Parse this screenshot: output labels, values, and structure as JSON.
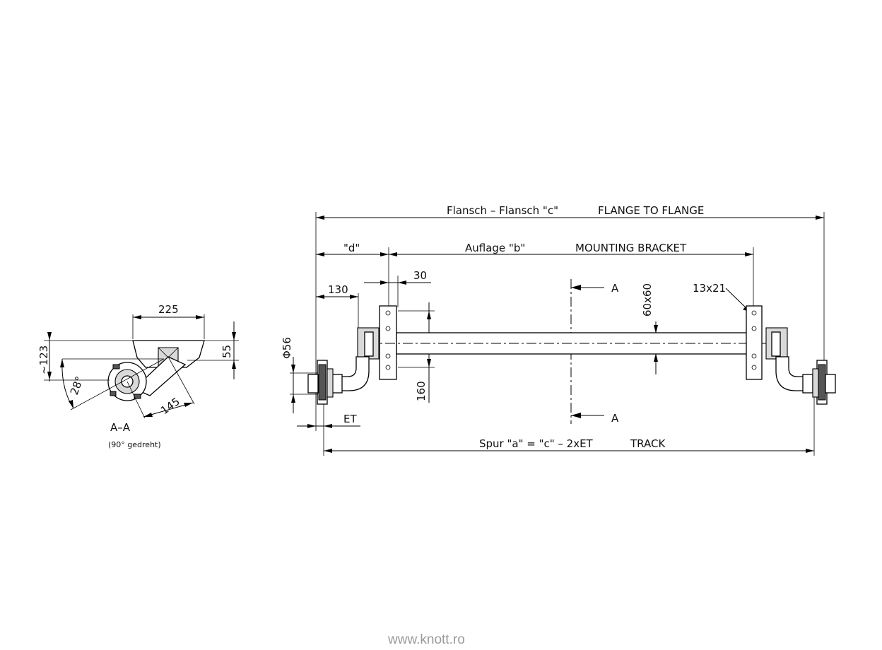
{
  "labels": {
    "flange_de": "Flansch – Flansch \"c\"",
    "flange_en": "FLANGE TO FLANGE",
    "d": "\"d\"",
    "bracket_de": "Auflage \"b\"",
    "bracket_en": "MOUNTING BRACKET",
    "dim_130": "130",
    "dim_30": "30",
    "section_a": "A",
    "dim_60x60": "60x60",
    "dim_13x21": "13x21",
    "dim_56": "Φ56",
    "dim_160": "160",
    "et": "ET",
    "track_de": "Spur \"a\" = \"c\" – 2xET",
    "track_en": "TRACK",
    "dim_225": "225",
    "dim_123": "~123",
    "dim_55": "55",
    "angle_28": "28°",
    "dim_145": "145",
    "section_title": "A–A",
    "section_note": "(90° gedreht)"
  },
  "watermark": "www.knott.ro"
}
